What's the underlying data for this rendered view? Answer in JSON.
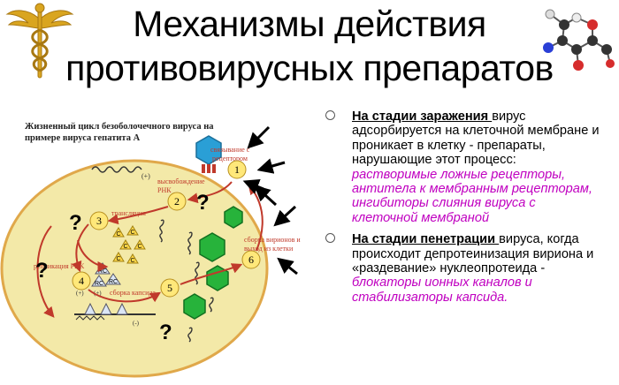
{
  "title": {
    "line1": "Механизмы действия",
    "line2": "противовирусных препаратов"
  },
  "diagram": {
    "caption_line1": "Жизненный цикл безоболочечного вируса на",
    "caption_line2": "примере вируса гепатита А",
    "label_binding_1": "связывание с",
    "label_binding_2": "рецептором",
    "label_release_1": "высвобождение",
    "label_release_2": "РНК",
    "label_translation": "трансляция",
    "label_replication": "репликация РНК",
    "label_capsid": "сборка капсида",
    "label_assembly_1": "сборка вирионов и",
    "label_assembly_2": "выход из клетки",
    "num1": "1",
    "num2": "2",
    "num3": "3",
    "num4": "4",
    "num5": "5",
    "num6": "6",
    "rc": "RC",
    "plus": "(+)",
    "minus": "(-)",
    "question": "?",
    "c": "C"
  },
  "bullets": [
    {
      "stage": "На стадии заражения ",
      "text1": "вирус адсорбируется на клеточной мембране и проникает в клетку - препараты, нарушающие этот процесс: ",
      "drugs": "растворимые ложные рецепторы, антитела к мембранным рецепторам, ингибиторы слияния вируса с клеточной мембраной"
    },
    {
      "stage": "На стадии пенетрации ",
      "text1": "вируса, когда происходит депротеинизация вириона и «раздевание» нуклеопротеида - ",
      "drugs": "блокаторы ионных каналов и стабилизаторы капсида."
    }
  ],
  "colors": {
    "cell_fill": "#f3e9a8",
    "cell_stroke": "#e0a84a",
    "arrow_red": "#c0392b",
    "capsid_green": "#27b33b",
    "circle_fill": "#ffe87a",
    "drug_text": "#c000c0"
  }
}
